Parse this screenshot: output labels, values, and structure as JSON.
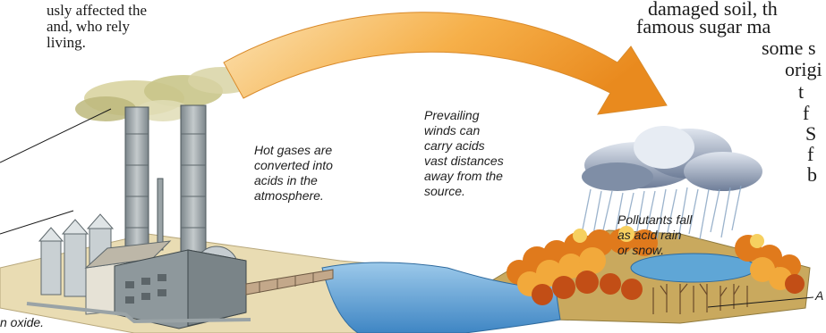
{
  "body_text": {
    "left_fragment": [
      "usly affected the",
      "and, who rely",
      "living."
    ],
    "right_fragment": [
      "damaged soil, th",
      "famous sugar ma",
      "some s",
      "origi",
      "t",
      "f",
      "S",
      "f",
      "b"
    ]
  },
  "captions": {
    "hot_gases": [
      "Hot gases are",
      "converted into",
      "acids in the",
      "atmosphere."
    ],
    "prevailing_winds": [
      "Prevailing",
      "winds can",
      "carry acids",
      "vast distances",
      "away from the",
      "source."
    ],
    "pollutants": [
      "Pollutants fall",
      "as acid rain",
      "or snow."
    ],
    "bottom_left": "n oxide.",
    "right_edge": "A"
  },
  "colors": {
    "arrow": "#f0a030",
    "water": "#5fa6d6",
    "factory": "#9aa3a6",
    "autumn_trees": "#e07a1c",
    "cloud": "#7f8ea6",
    "smoke": "#c9c58a"
  }
}
